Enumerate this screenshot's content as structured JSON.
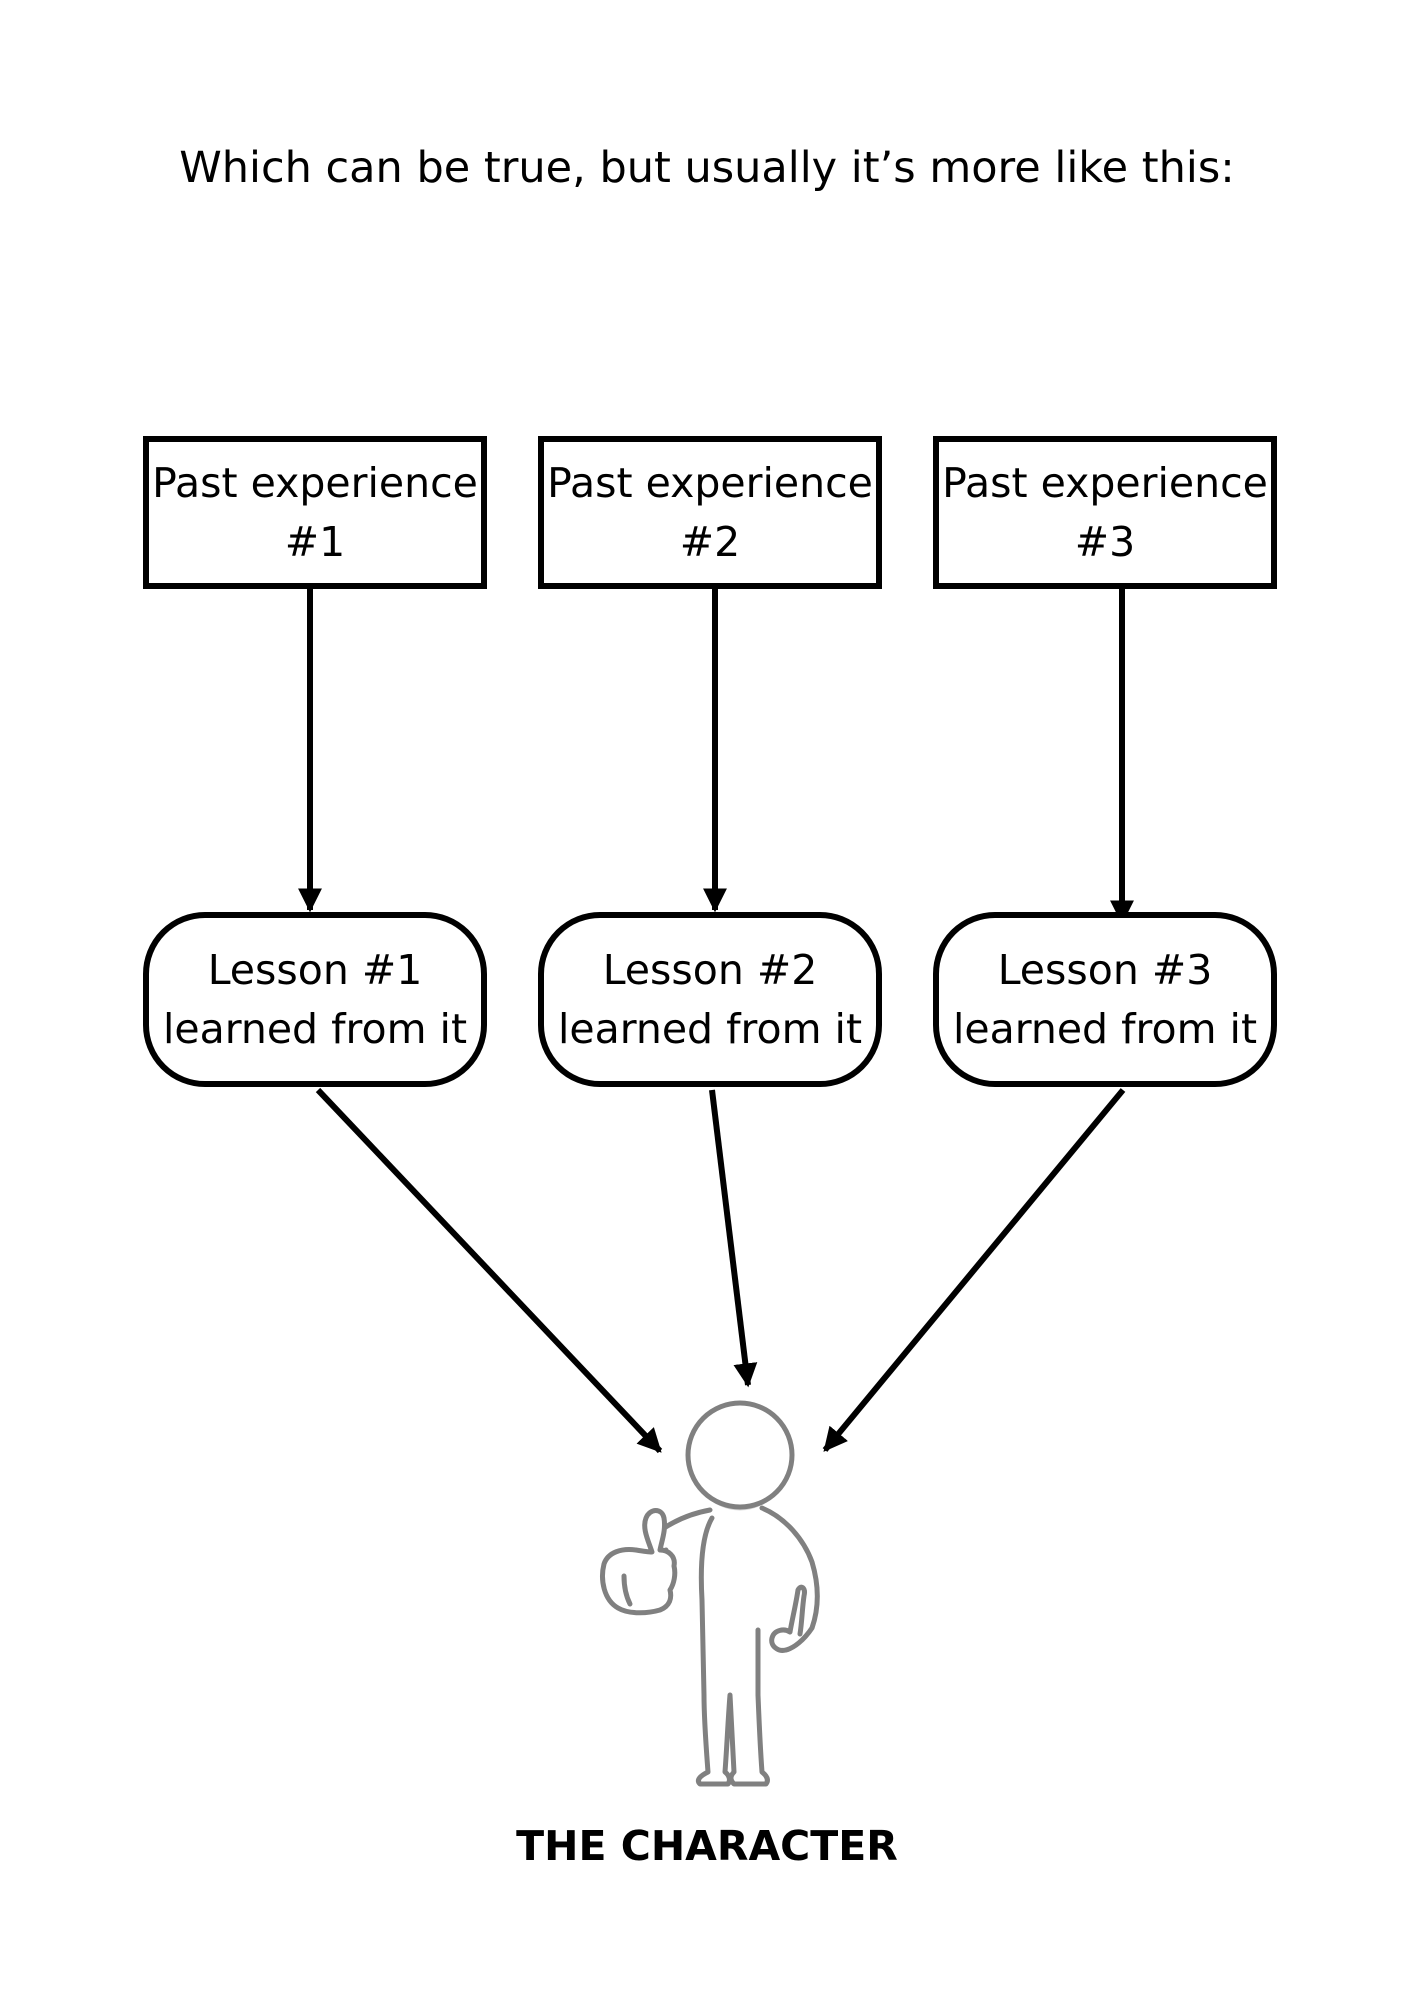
{
  "intro_text": "Which can be true, but usually it’s more like this:",
  "experiences": [
    {
      "line1": "Past experience",
      "line2": "#1"
    },
    {
      "line1": "Past experience",
      "line2": "#2"
    },
    {
      "line1": "Past experience",
      "line2": "#3"
    }
  ],
  "lessons": [
    {
      "line1": "Lesson #1",
      "line2": "learned from it"
    },
    {
      "line1": "Lesson #2",
      "line2": "learned from it"
    },
    {
      "line1": "Lesson #3",
      "line2": "learned from it"
    }
  ],
  "character_label": "THE CHARACTER",
  "colors": {
    "ink": "#000000",
    "figure_stroke": "#808080",
    "figure_neck_shadow": "#d9d9d9",
    "background": "#ffffff"
  },
  "icons": [
    "arrow-icon",
    "thumbs-up-person-icon"
  ]
}
